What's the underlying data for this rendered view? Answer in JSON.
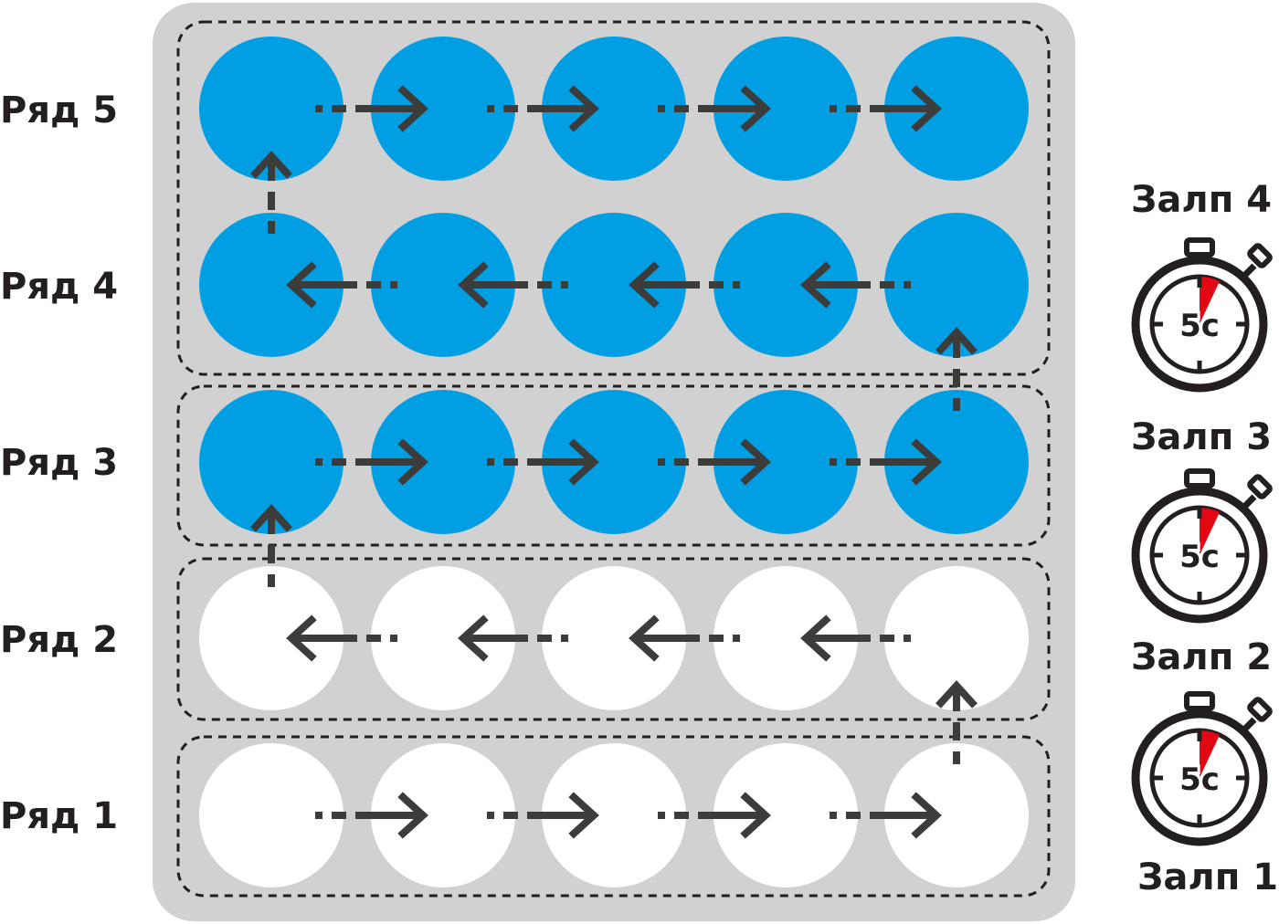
{
  "rows": [
    {
      "label": "Ряд 1",
      "filled": false,
      "direction": "right"
    },
    {
      "label": "Ряд 2",
      "filled": false,
      "direction": "left"
    },
    {
      "label": "Ряд 3",
      "filled": true,
      "direction": "right"
    },
    {
      "label": "Ряд 4",
      "filled": true,
      "direction": "left"
    },
    {
      "label": "Ряд 5",
      "filled": true,
      "direction": "right"
    }
  ],
  "circles_per_row": 5,
  "volleys": [
    {
      "label": "Залп 1"
    },
    {
      "label": "Залп 2"
    },
    {
      "label": "Залп 3"
    },
    {
      "label": "Залп 4"
    }
  ],
  "timers": [
    {
      "text": "5c"
    },
    {
      "text": "5c"
    },
    {
      "text": "5c"
    }
  ],
  "colors": {
    "panel": "#d1d1d1",
    "filled_circle": "#009fe3",
    "empty_circle": "#ffffff",
    "arrow": "#3c3c3b",
    "timer_accent": "#e30613",
    "text": "#231f20"
  }
}
